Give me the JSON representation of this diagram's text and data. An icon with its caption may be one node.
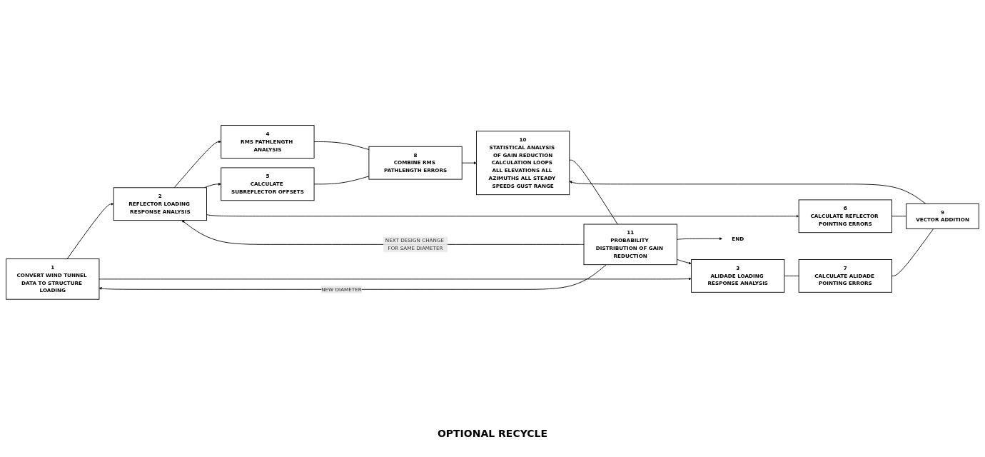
{
  "diagram": {
    "nodes": [
      {
        "text": [
          "1",
          "CONVERT WIND TUNNEL DATA TO STRUCTURE LOADING"
        ]
      },
      {
        "text": [
          "2",
          "REFLECTOR LOADING RESPONSE ANALYSIS"
        ]
      },
      {
        "text": [
          "3",
          "ALIDADE LOADING RESPONSE ANALYSIS"
        ]
      },
      {
        "text": [
          "4",
          "RMS PATHLENGTH ANALYSIS"
        ]
      },
      {
        "text": [
          "5",
          "CALCULATE SUBREFLECTOR OFFSETS"
        ]
      },
      {
        "text": [
          "6",
          "CALCULATE REFLECTOR POINTING ERRORS"
        ]
      },
      {
        "text": [
          "7",
          "CALCULATE ALIDADE POINTING ERRORS"
        ]
      },
      {
        "text": [
          "8",
          "COMBINE RMS PATHLENGTH ERRORS"
        ]
      },
      {
        "text": [
          "9",
          "VECTOR ADDITION"
        ]
      },
      {
        "text": [
          "10",
          "STATISTICAL ANALYSIS OF GAIN REDUCTION",
          "CALCULATION LOOPS ALL ELEVATIONS ALL AZIMUTHS ALL STEADY SPEEDS GUST RANGE"
        ]
      },
      {
        "text": [
          "11",
          "PROBABILITY DISTRIBUTION OF GAIN REDUCTION"
        ]
      },
      {
        "text": [
          "END"
        ]
      }
    ],
    "edges": [
      {
        "from": 0,
        "to": 1,
        "arrow": "to"
      },
      {
        "from": 0,
        "to": 2,
        "arrow": "to"
      },
      {
        "from": 1,
        "to": 3,
        "arrow": "to"
      },
      {
        "from": 1,
        "to": 4,
        "arrow": "to"
      },
      {
        "from": 1,
        "to": 5,
        "arrow": "to"
      },
      {
        "from": 2,
        "to": 6,
        "arrow": "none"
      },
      {
        "from": 3,
        "to": 7,
        "arrow": "none"
      },
      {
        "from": 4,
        "to": 7,
        "arrow": "none"
      },
      {
        "from": 5,
        "to": 8,
        "arrow": "none"
      },
      {
        "from": 6,
        "to": 8,
        "arrow": "none"
      },
      {
        "from": 7,
        "to": 9,
        "arrow": "to"
      },
      {
        "from": 8,
        "to": 9,
        "arrow": "to"
      },
      {
        "from": 9,
        "to": 10,
        "arrow": "none"
      },
      {
        "from": 10,
        "to": 11,
        "arrow": "to"
      },
      {
        "from": 10,
        "to": 0,
        "label": "NEW DIAMETER",
        "arrow": "to"
      },
      {
        "from": 10,
        "to": 1,
        "label": "NEXT DESIGN CHANGE FOR SAME DIAMETER",
        "arrow": "to"
      },
      {
        "from": 10,
        "to": 2,
        "arrow": "to"
      }
    ],
    "labels": [
      "OPTIONAL RECYCLE"
    ]
  }
}
